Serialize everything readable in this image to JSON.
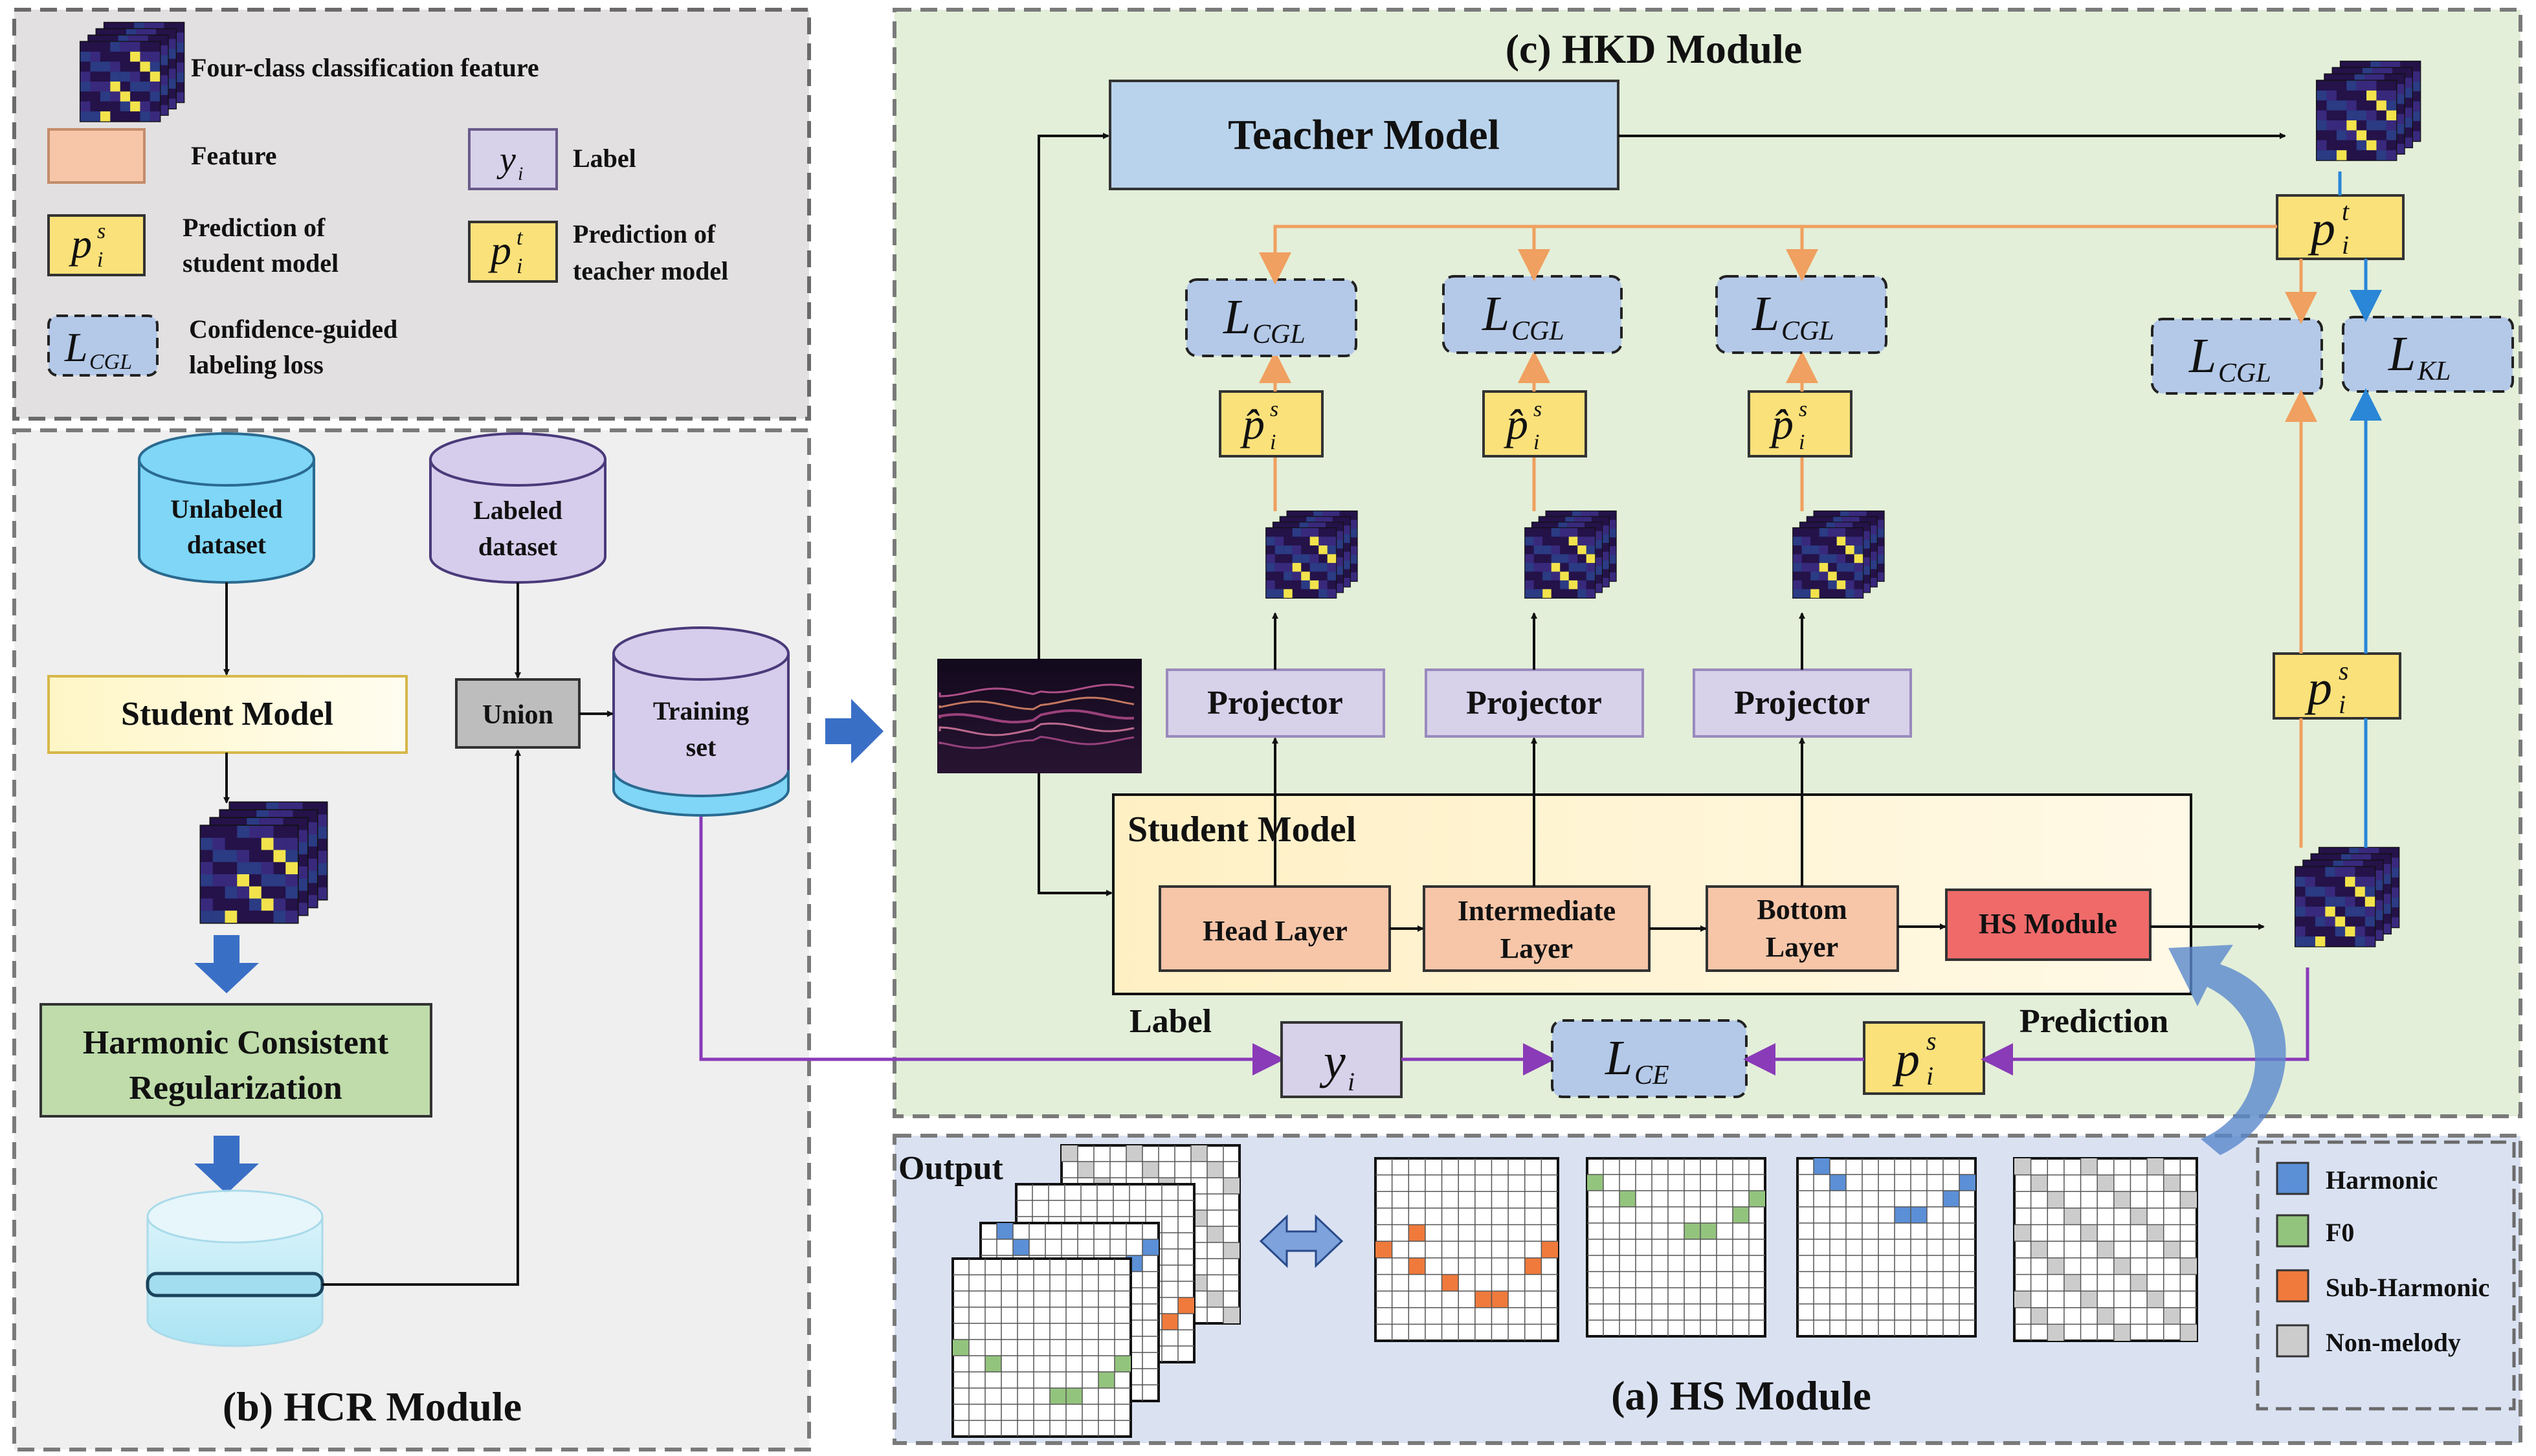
{
  "legend": {
    "four_class": "Four-class classification feature",
    "feature": "Feature",
    "label": "Label",
    "pred_student_1": "Prediction of",
    "pred_student_2": "student model",
    "pred_teacher_1": "Prediction of",
    "pred_teacher_2": "teacher model",
    "cgl_1": "Confidence-guided",
    "cgl_2": "labeling loss"
  },
  "hcr": {
    "title": "(b) HCR Module",
    "unlabeled_1": "Unlabeled",
    "unlabeled_2": "dataset",
    "labeled_1": "Labeled",
    "labeled_2": "dataset",
    "student_model": "Student Model",
    "union": "Union",
    "training_1": "Training",
    "training_2": "set",
    "hcr_1": "Harmonic Consistent",
    "hcr_2": "Regularization"
  },
  "hkd": {
    "title": "(c) HKD Module",
    "teacher_model": "Teacher Model",
    "projector": "Projector",
    "student_model": "Student Model",
    "head_layer": "Head Layer",
    "intermediate_1": "Intermediate",
    "intermediate_2": "Layer",
    "bottom_1": "Bottom",
    "bottom_2": "Layer",
    "hs_module": "HS Module",
    "label": "Label",
    "prediction": "Prediction"
  },
  "math": {
    "L": "L",
    "CGL": "CGL",
    "KL": "KL",
    "CE": "CE",
    "p": "p",
    "p_hat": "p̂",
    "y": "y",
    "i": "i",
    "s": "s",
    "t": "t"
  },
  "hs": {
    "title": "(a) HS Module",
    "output": "Output",
    "harmonic": "Harmonic",
    "f0": "F0",
    "sub_harmonic": "Sub-Harmonic",
    "non_melody": "Non-melody"
  },
  "colors": {
    "feature_map_bg": "#2a1650",
    "feature_map_hot": "#f2e34c",
    "projector": "#d7d1ea",
    "teacher": "#b9d3ec",
    "layer": "#f7c6a8",
    "hs_module": "#f06a6a",
    "harmonic": "#5b8fd6",
    "f0": "#93c47d",
    "sub_harmonic": "#ef7a3c",
    "non_melody": "#cccccc",
    "orange_arrow": "#f0a060",
    "blue_arrow": "#2a86d6",
    "purple_arrow": "#8a3bb8"
  }
}
